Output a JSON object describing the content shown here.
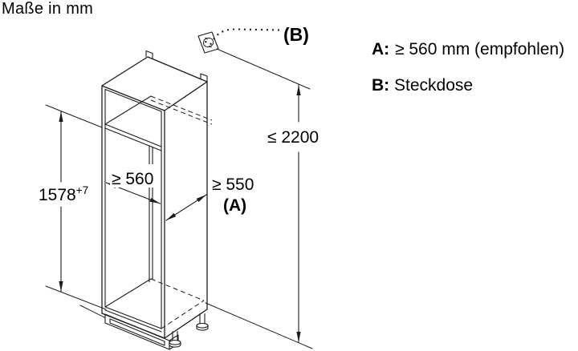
{
  "title": "Maße in mm",
  "legend": {
    "a_key": "A:",
    "a_value": "≥ 560 mm (empfohlen)",
    "b_key": "B:",
    "b_value": "Steckdose"
  },
  "dimensions": {
    "niche_height": "1578",
    "niche_height_tolerance": "+7",
    "niche_width": "≥ 560",
    "depth": "≥ 550",
    "depth_ref": "(A)",
    "max_height": "≤ 2200",
    "socket_ref": "(B)"
  },
  "icons": {
    "socket": "power-socket-icon"
  },
  "colors": {
    "line": "#1c1c1c",
    "text": "#000000",
    "background": "#ffffff"
  }
}
